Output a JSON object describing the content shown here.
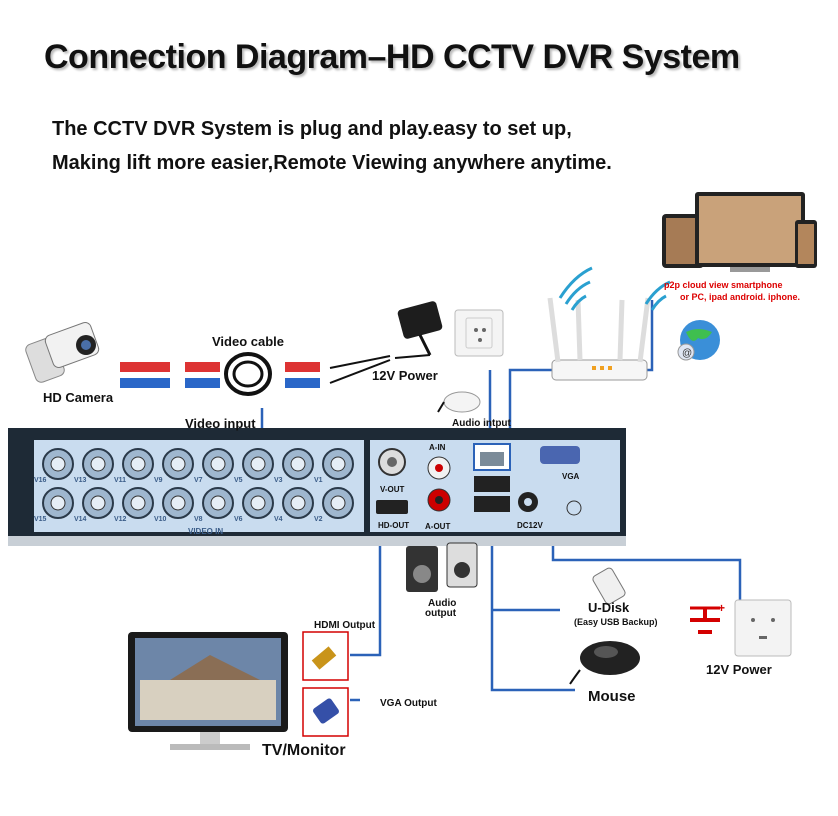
{
  "title": "Connection Diagram–HD CCTV DVR System",
  "subtitle_line1": "The CCTV DVR System is plug and play.easy to set up,",
  "subtitle_line2": "Making lift more easier,Remote Viewing anywhere anytime.",
  "labels": {
    "hd_camera": "HD Camera",
    "video_cable": "Video cable",
    "power_12v_top": "12V Power",
    "video_input": "Video input",
    "audio_input": "Audio intput",
    "p2p_line1": "p2p cloud view smartphone",
    "p2p_line2": "or PC, ipad android. iphone.",
    "audio_output_line1": "Audio",
    "audio_output_line2": "output",
    "hdmi_output": "HDMI Output",
    "vga_output": "VGA Output",
    "udisk": "U-Disk",
    "udisk_sub": "(Easy USB Backup)",
    "mouse": "Mouse",
    "power_12v_right": "12V Power",
    "tv_monitor": "TV/Monitor"
  },
  "dvr_panel": {
    "ports_top": [
      "V16",
      "V13",
      "V11",
      "V9",
      "V7",
      "V5",
      "V3",
      "V1"
    ],
    "ports_bottom": [
      "V15",
      "V14",
      "V12",
      "V10",
      "V8",
      "V6",
      "V4",
      "V2"
    ],
    "video_in": "VIDEO IN",
    "v_out": "V-OUT",
    "hd_out": "HD-OUT",
    "a_in": "A-IN",
    "a_out": "A-OUT",
    "vga": "VGA",
    "dc12v": "DC12V"
  },
  "colors": {
    "line": "#2b62b8",
    "panel": "#c9dcef",
    "panel_dark": "#1e2a36",
    "red": "#d40000"
  }
}
